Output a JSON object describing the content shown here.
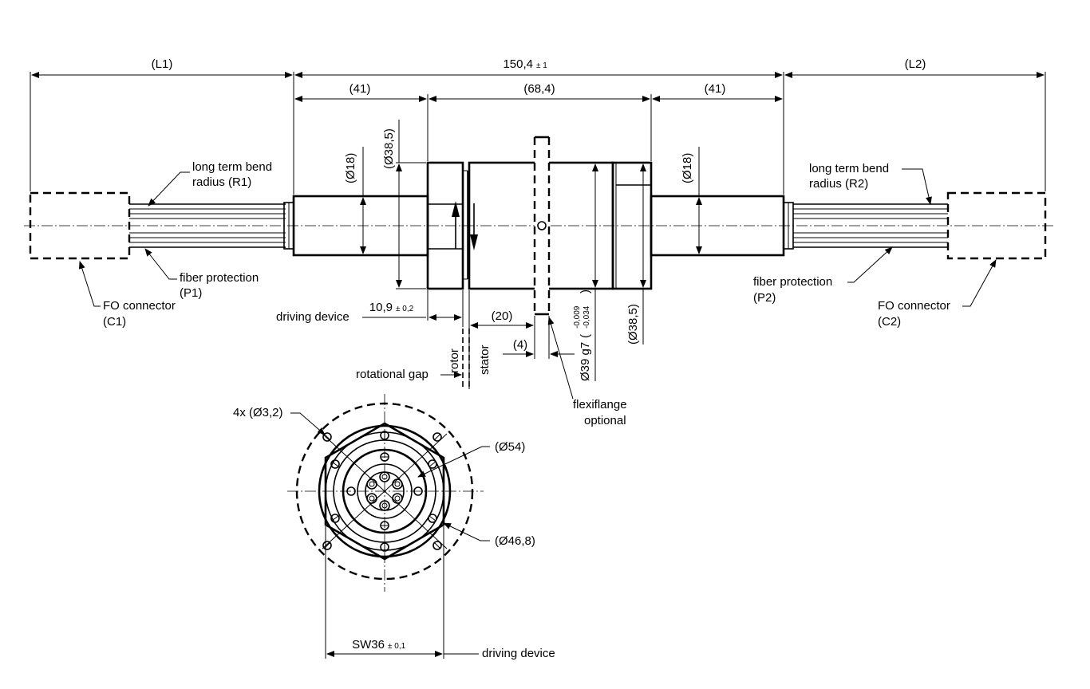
{
  "dimensions": {
    "L1": "(L1)",
    "total": "150,4",
    "total_tol": "± 1",
    "L2": "(L2)",
    "left_41": "(41)",
    "mid_68": "(68,4)",
    "right_41": "(41)",
    "d18_left": "(Ø18)",
    "d385_left": "(Ø38,5)",
    "d18_right": "(Ø18)",
    "d385_right": "(Ø38,5)",
    "d39": "Ø39 g7",
    "d39_tol_up": "-0,009",
    "d39_tol_lo": "-0,034",
    "gap_dim": "10,9",
    "gap_tol": "± 0,2",
    "dim_20": "(20)",
    "dim_4": "(4)",
    "holes": "4x (Ø3,2)",
    "d54": "(Ø54)",
    "d468": "(Ø46,8)",
    "sw": "SW36",
    "sw_tol": "± 0,1"
  },
  "labels": {
    "bend_left_1": "long term bend",
    "bend_left_2": "radius (R1)",
    "bend_right_1": "long term bend",
    "bend_right_2": "radius (R2)",
    "fiber_left_1": "fiber protection",
    "fiber_left_2": "(P1)",
    "fiber_right_1": "fiber protection",
    "fiber_right_2": "(P2)",
    "fo_left_1": "FO connector",
    "fo_left_2": "(C1)",
    "fo_right_1": "FO connector",
    "fo_right_2": "(C2)",
    "driving_device_top": "driving device",
    "rotor": "rotor",
    "stator": "stator",
    "rotational_gap": "rotational gap",
    "flexiflange_1": "flexiflange",
    "flexiflange_2": "optional",
    "driving_device_bottom": "driving device"
  }
}
